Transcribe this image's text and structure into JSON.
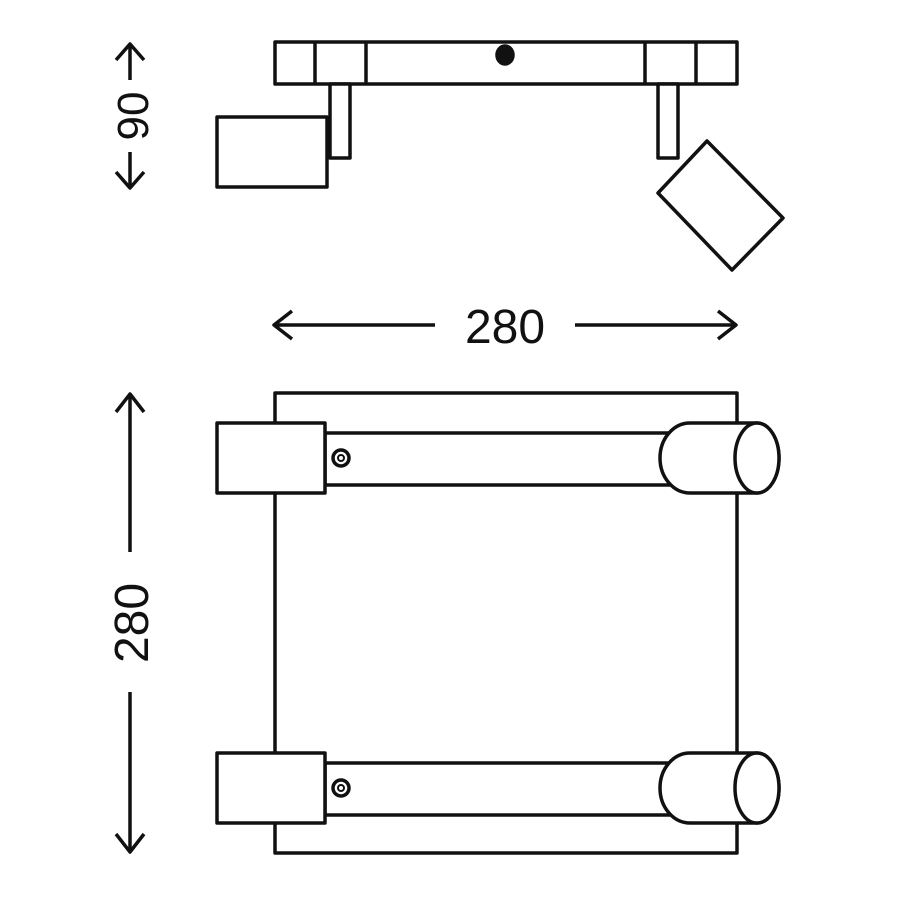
{
  "dimensions": {
    "height_side": "90",
    "width_top": "280",
    "depth_top": "280"
  },
  "colors": {
    "stroke": "#111111",
    "background": "#ffffff"
  }
}
